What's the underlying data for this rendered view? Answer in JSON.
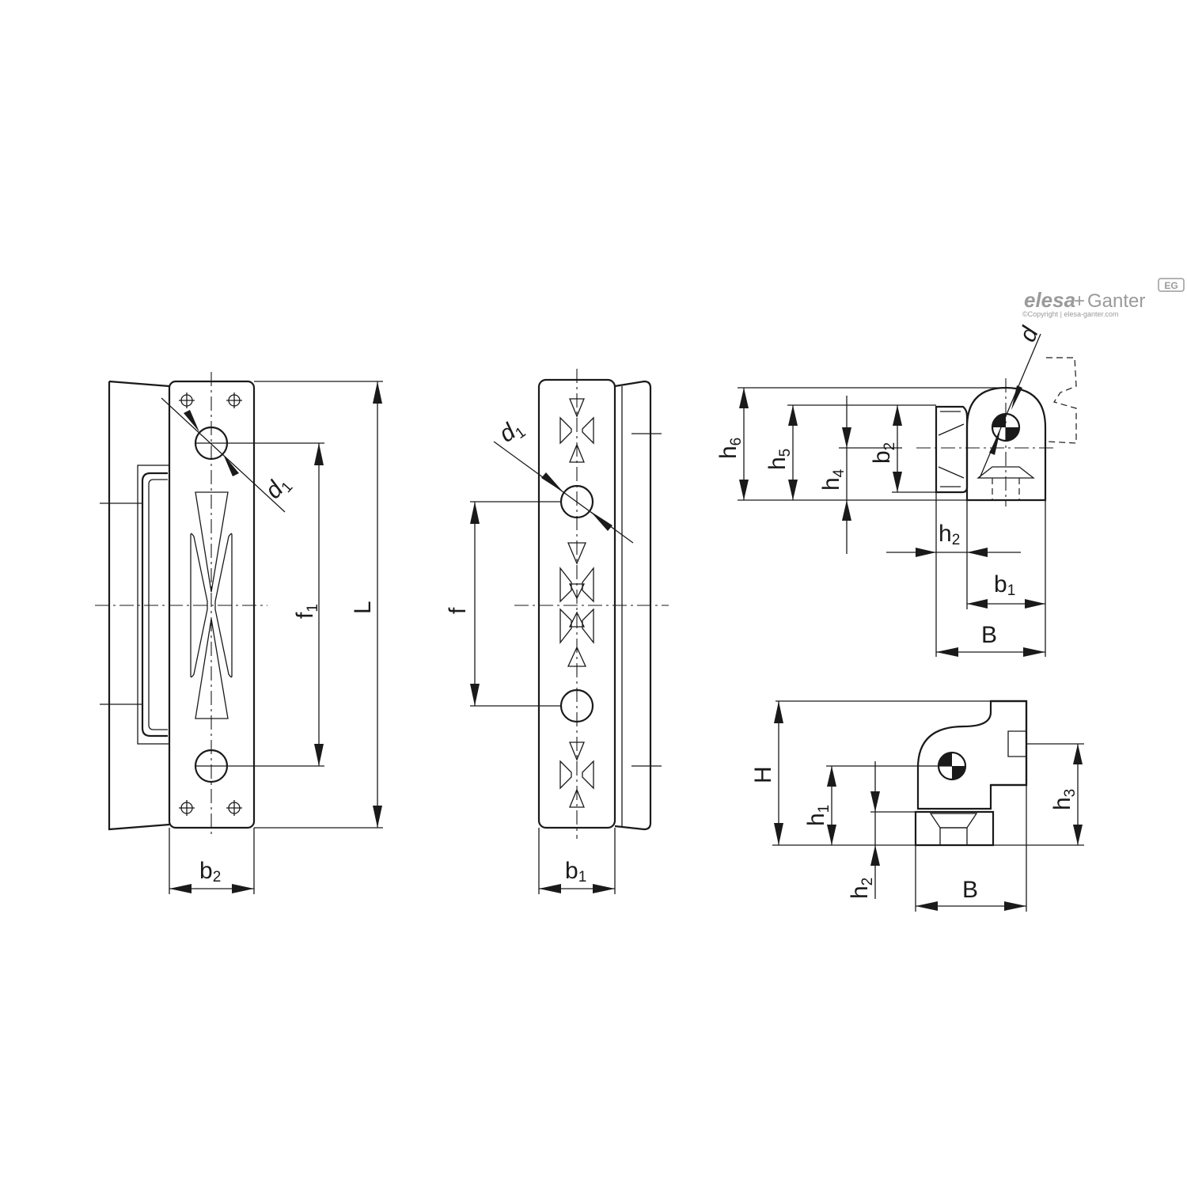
{
  "brand": {
    "logo_elesa": "elesa",
    "logo_plus": "+",
    "logo_ganter": "Ganter",
    "badge": "EG",
    "copyright": "©Copyright | elesa-ganter.com",
    "color": "#9a9a9a"
  },
  "labels": {
    "view1": {
      "d1_main": "d",
      "d1_sub": "1",
      "f1_main": "f",
      "f1_sub": "1",
      "L": "L",
      "b2_main": "b",
      "b2_sub": "2"
    },
    "view2": {
      "d1_main": "d",
      "d1_sub": "1",
      "f": "f",
      "b1_main": "b",
      "b1_sub": "1"
    },
    "view3": {
      "d": "d",
      "h6_main": "h",
      "h6_sub": "6",
      "h5_main": "h",
      "h5_sub": "5",
      "h4_main": "h",
      "h4_sub": "4",
      "b2_main": "b",
      "b2_sub": "2",
      "h2_main": "h",
      "h2_sub": "2",
      "b1_main": "b",
      "b1_sub": "1",
      "B": "B"
    },
    "view4": {
      "H": "H",
      "h1_main": "h",
      "h1_sub": "1",
      "h2_main": "h",
      "h2_sub": "2",
      "h3_main": "h",
      "h3_sub": "3",
      "B": "B"
    }
  }
}
